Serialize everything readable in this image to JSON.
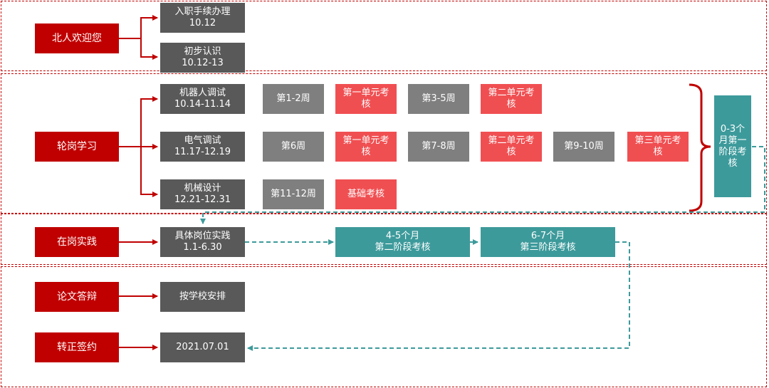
{
  "stages": {
    "welcome": "北人欢迎您",
    "rotation": "轮岗学习",
    "onjob": "在岗实践",
    "thesis": "论文答辩",
    "regular": "转正签约"
  },
  "welcome": {
    "onboard": {
      "title": "入职手续办理",
      "date": "10.12"
    },
    "intro": {
      "title": "初步认识",
      "date": "10.12-13"
    }
  },
  "rotation": {
    "robot": {
      "title": "机器人调试",
      "date": "10.14-11.14"
    },
    "electrical": {
      "title": "电气调试",
      "date": "11.17-12.19"
    },
    "mechanical": {
      "title": "机械设计",
      "date": "12.21-12.31"
    },
    "robot_steps": [
      "第1-2周",
      "第一单元考核",
      "第3-5周",
      "第二单元考核"
    ],
    "electrical_steps": [
      "第6周",
      "第一单元考核",
      "第7-8周",
      "第二单元考核",
      "第9-10周",
      "第三单元考核"
    ],
    "mechanical_steps": [
      "第11-12周",
      "基础考核"
    ],
    "phase1": "0-3个月第一阶段考核"
  },
  "onjob": {
    "practice": {
      "title": "具体岗位实践",
      "date": "1.1-6.30"
    },
    "phase2": {
      "title": "4-5个月",
      "sub": "第二阶段考核"
    },
    "phase3": {
      "title": "6-7个月",
      "sub": "第三阶段考核"
    }
  },
  "thesis": {
    "arrangement": "按学校安排"
  },
  "regular": {
    "date": "2021.07.01"
  },
  "colors": {
    "stage": "#c00000",
    "dark": "#595959",
    "week": "#7f7f7f",
    "exam": "#f04f52",
    "phase": "#3d9a9b",
    "connector": "#3d9a9b"
  }
}
